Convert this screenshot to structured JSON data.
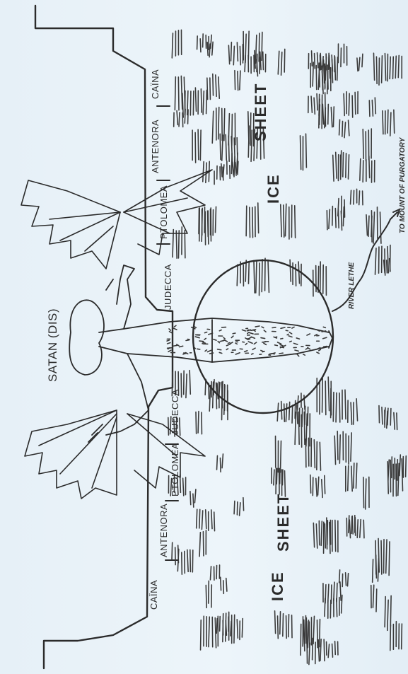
{
  "labels": {
    "satan": "SATAN (DIS)",
    "ice_top": "ICE",
    "sheet_top": "SHEET",
    "ice_bottom": "ICE",
    "sheet_bottom": "SHEET",
    "zones_top": [
      "CAÏNA",
      "ANTENORA",
      "PTOLOMEA",
      "JUDECCA"
    ],
    "zones_bottom": [
      "CAÏNA",
      "ANTENORA",
      "PTOLOMEA",
      "JUDECCA"
    ],
    "river": "RIVER LETHE",
    "purgatory": "TO MOUNT OF PURGATORY"
  },
  "colors": {
    "ink": "#2b2b2b",
    "background": "#e9f2f8"
  }
}
